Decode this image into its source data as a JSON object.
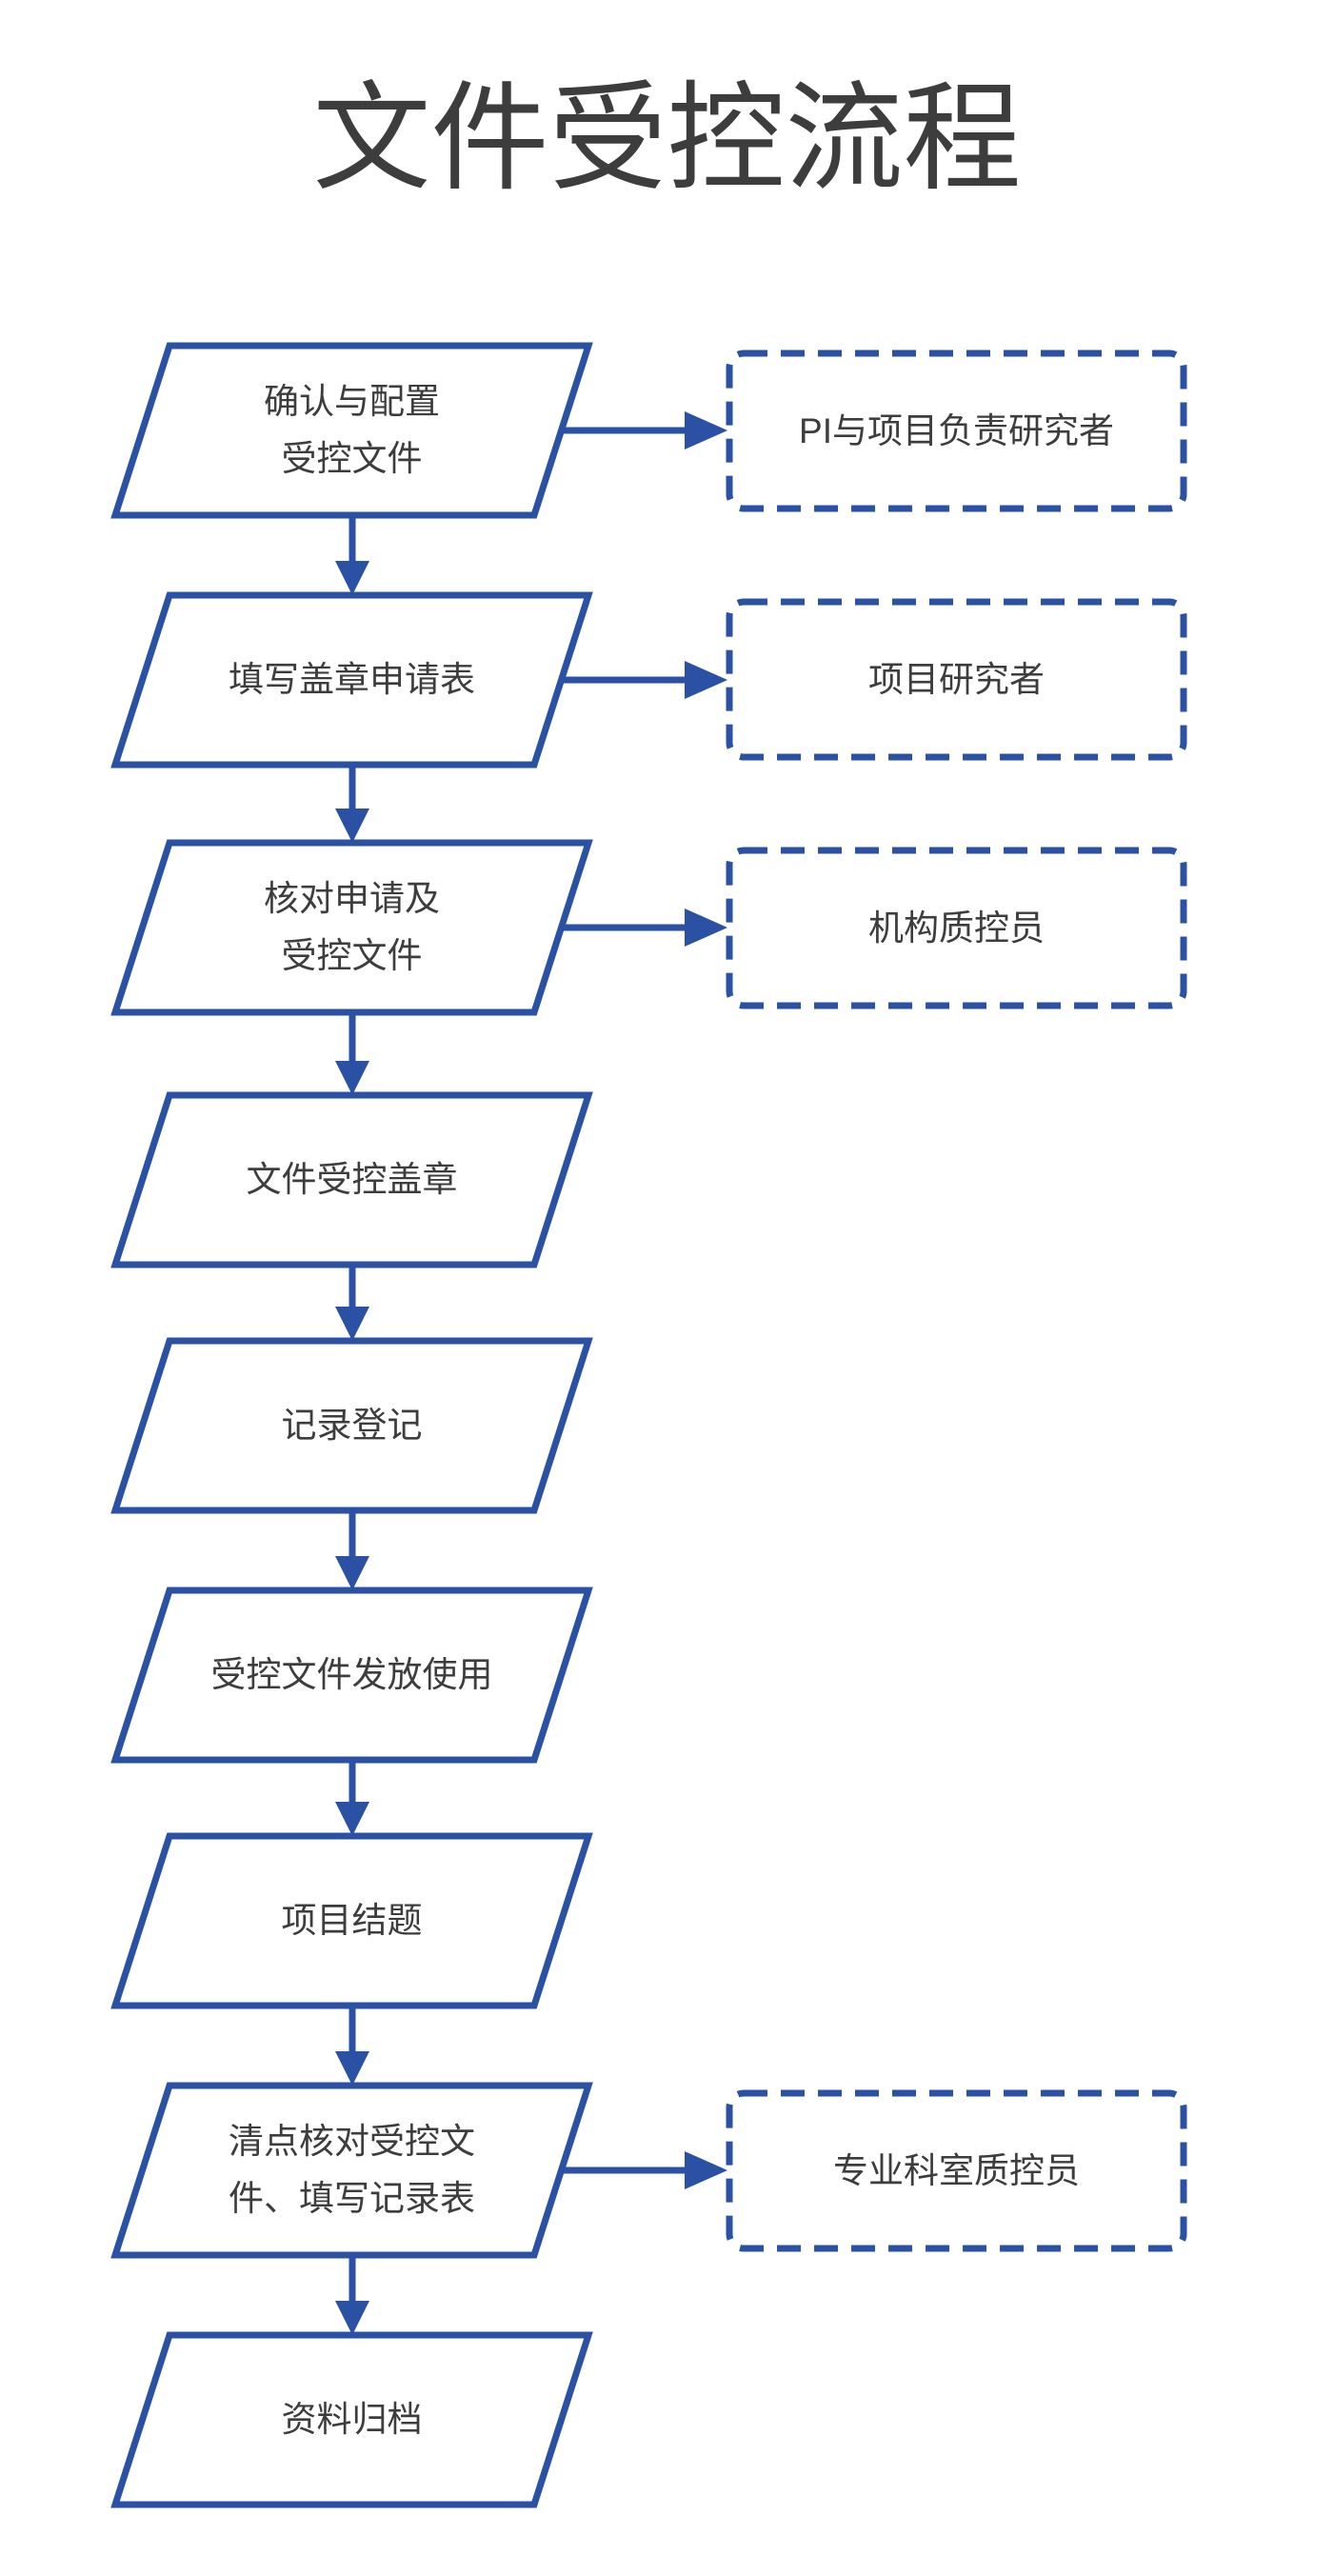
{
  "page": {
    "title": "文件受控流程"
  },
  "colors": {
    "accent_blue": "#2b51a5",
    "text_dark": "#3d3d3d",
    "bg": "#ffffff"
  },
  "flow": {
    "steps": [
      {
        "id": 1,
        "label": "确认与配置\n受控文件"
      },
      {
        "id": 2,
        "label": "填写盖章申请表"
      },
      {
        "id": 3,
        "label": "核对申请及\n受控文件"
      },
      {
        "id": 4,
        "label": "文件受控盖章"
      },
      {
        "id": 5,
        "label": "记录登记"
      },
      {
        "id": 6,
        "label": "受控文件发放使用"
      },
      {
        "id": 7,
        "label": "项目结题"
      },
      {
        "id": 8,
        "label": "清点核对受控文\n件、填写记录表"
      },
      {
        "id": 9,
        "label": "资料归档"
      }
    ],
    "roles": [
      {
        "label": "PI与项目负责研究者",
        "attached_to_step": 1
      },
      {
        "label": "项目研究者",
        "attached_to_step": 2
      },
      {
        "label": "机构质控员",
        "attached_to_step": 3
      },
      {
        "label": "专业科室质控员",
        "attached_to_step": 8
      }
    ],
    "connections": [
      {
        "from": 1,
        "to": 2
      },
      {
        "from": 2,
        "to": 3
      },
      {
        "from": 3,
        "to": 4
      },
      {
        "from": 4,
        "to": 5
      },
      {
        "from": 5,
        "to": 6
      },
      {
        "from": 6,
        "to": 7
      },
      {
        "from": 7,
        "to": 8
      },
      {
        "from": 8,
        "to": 9
      }
    ]
  }
}
